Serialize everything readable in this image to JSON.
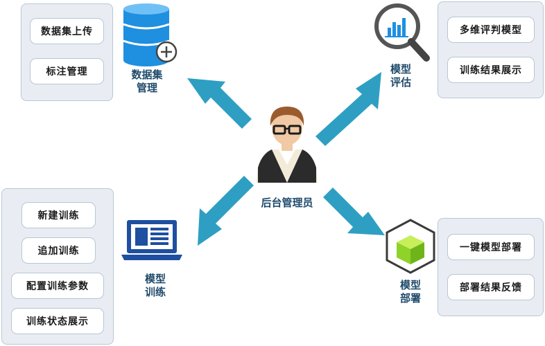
{
  "center": {
    "label": "后台管理员"
  },
  "modules": {
    "dataset": {
      "label_lines": [
        "数据集",
        "管理"
      ],
      "buttons": [
        "数据集上传",
        "标注管理"
      ]
    },
    "evaluation": {
      "label_lines": [
        "模型",
        "评估"
      ],
      "buttons": [
        "多维评判模型",
        "训练结果展示"
      ]
    },
    "training": {
      "label_lines": [
        "模型",
        "训练"
      ],
      "buttons": [
        "新建训练",
        "追加训练",
        "配置训练参数",
        "训练状态展示"
      ]
    },
    "deployment": {
      "label_lines": [
        "模型",
        "部署"
      ],
      "buttons": [
        "一键模型部署",
        "部署结果反馈"
      ]
    }
  },
  "colors": {
    "arrow": "#2e9fc3",
    "panel_bg": "#e9edf3",
    "panel_border": "#b9c7d6",
    "label": "#1f4a6b",
    "db_blue": "#1f8fe0",
    "laptop_blue": "#1e4fa0",
    "cube_green": "#8fd22a"
  },
  "icons": [
    "database-icon",
    "analytics-magnifier-icon",
    "laptop-icon",
    "cube-icon",
    "admin-avatar-icon"
  ]
}
